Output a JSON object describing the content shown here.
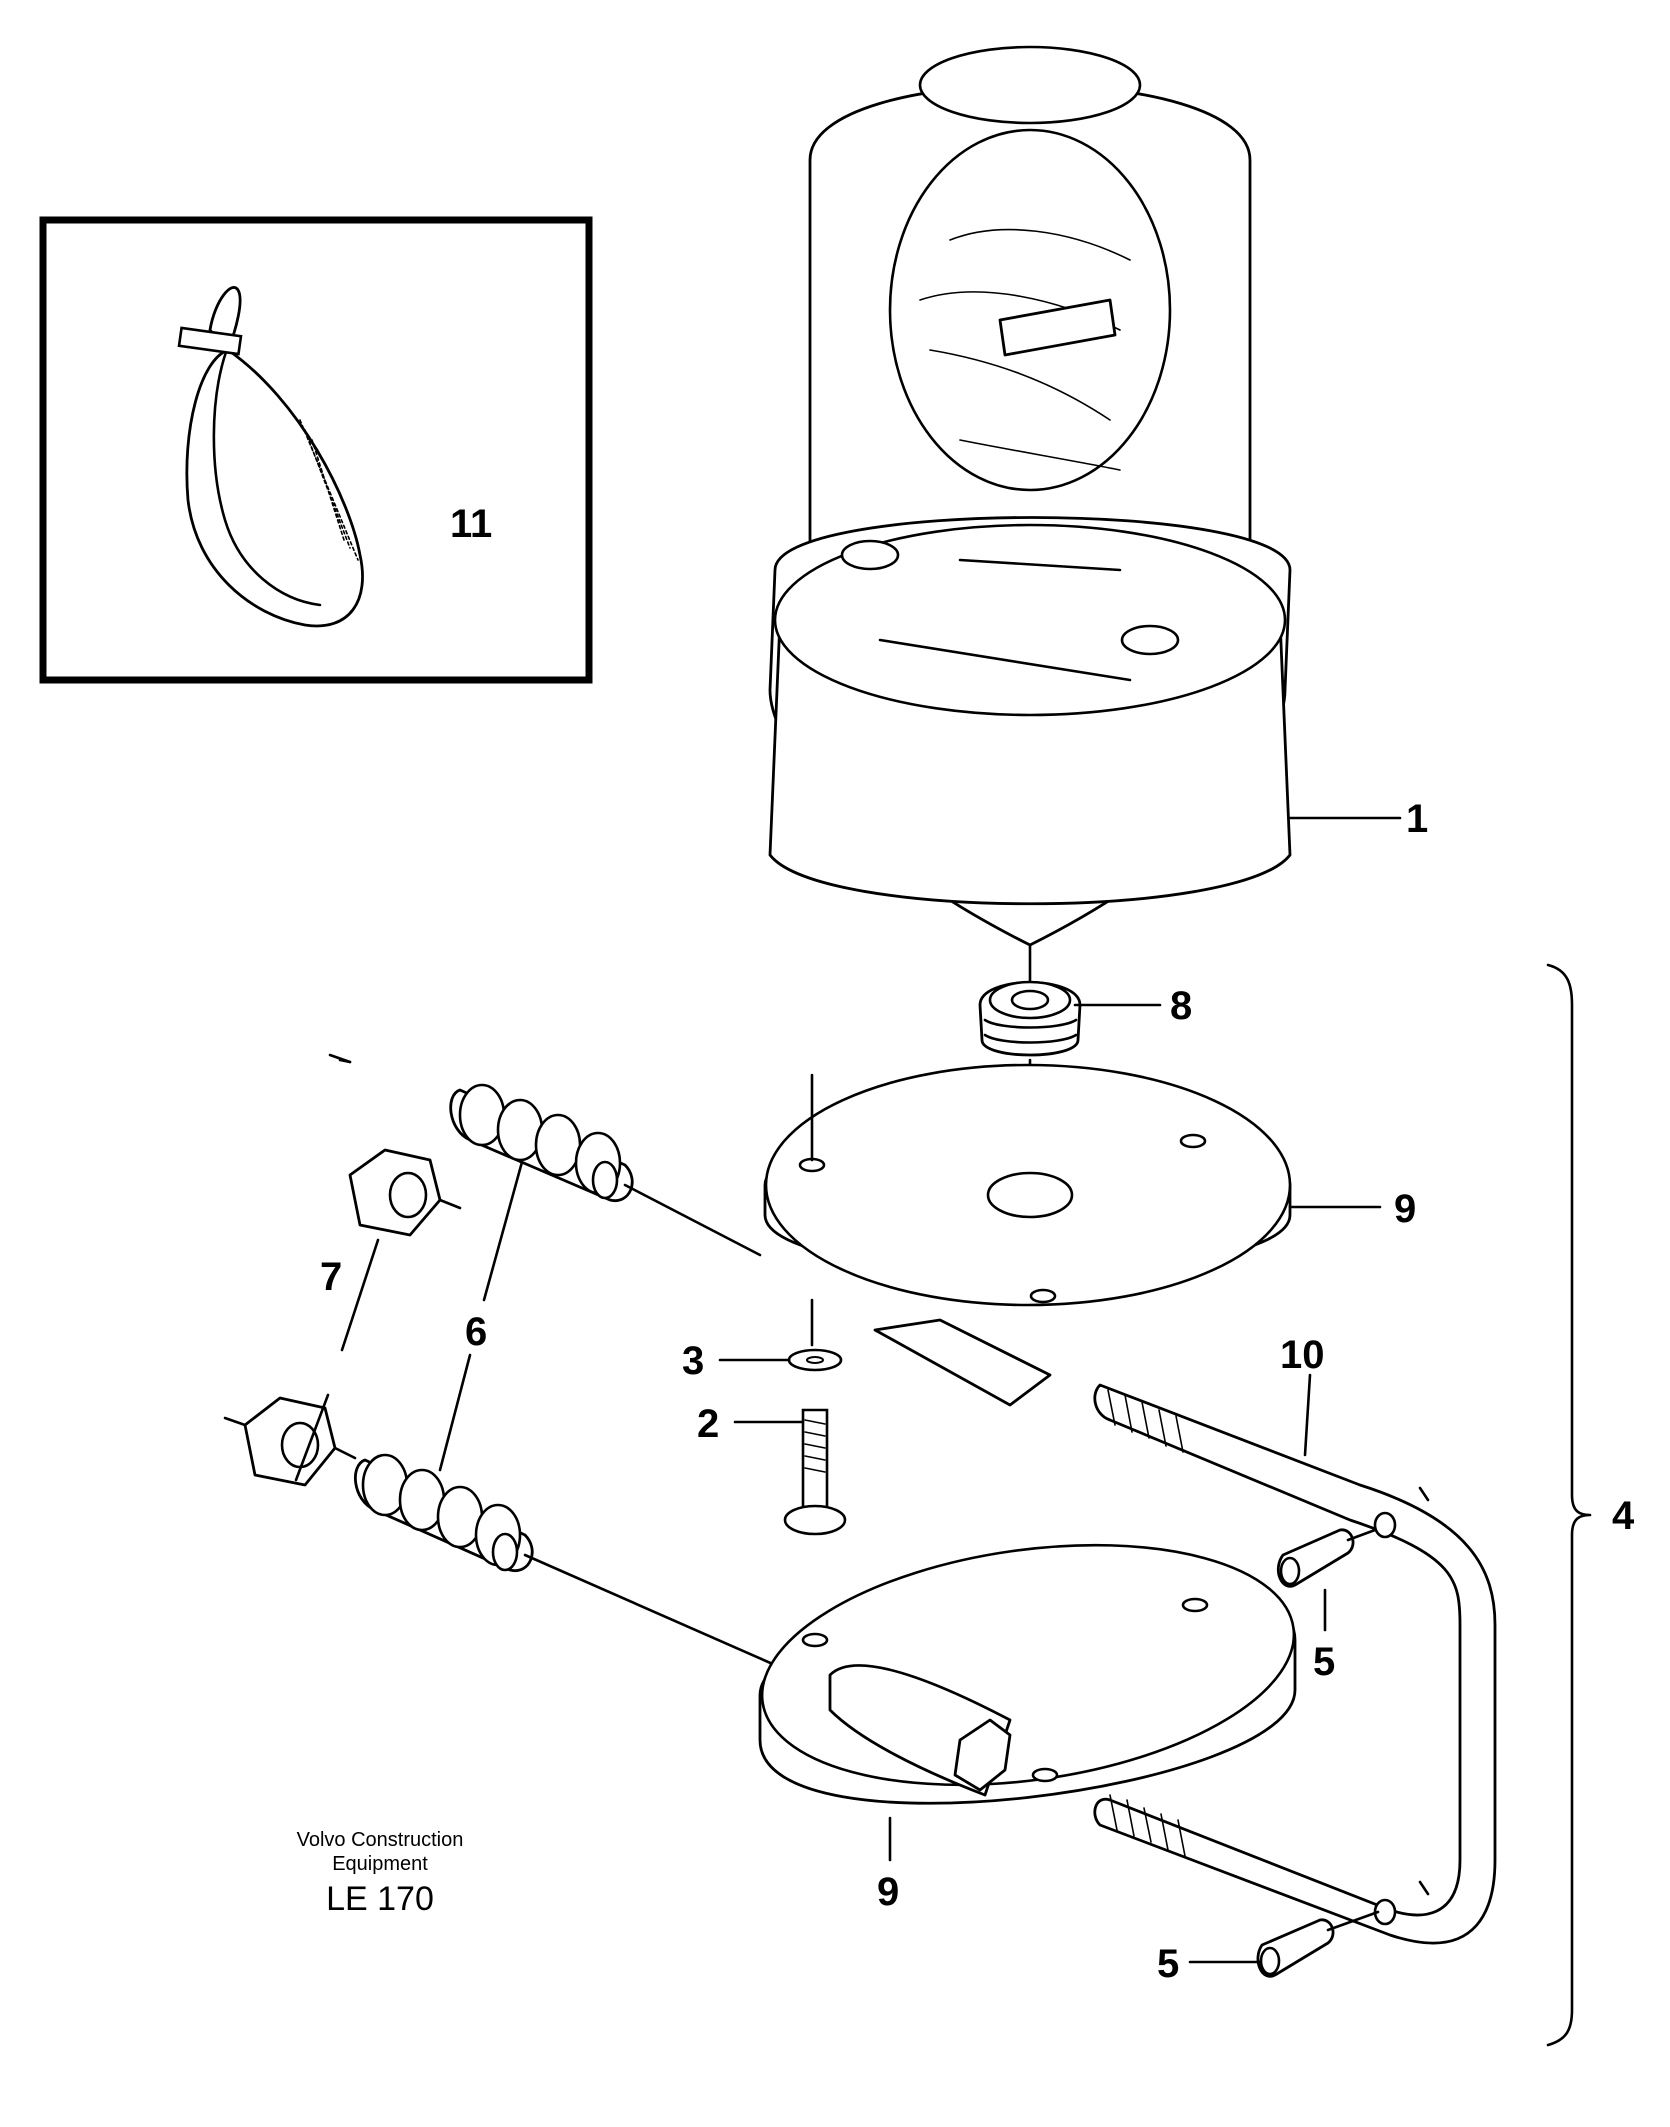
{
  "callouts": {
    "c1": "1",
    "c2": "2",
    "c3": "3",
    "c4": "4",
    "c5a": "5",
    "c5b": "5",
    "c6": "6",
    "c7": "7",
    "c8": "8",
    "c9a": "9",
    "c9b": "9",
    "c10": "10",
    "c11": "11"
  },
  "footer": {
    "line1": "Volvo Construction",
    "line2": "Equipment",
    "model": "LE 170"
  }
}
